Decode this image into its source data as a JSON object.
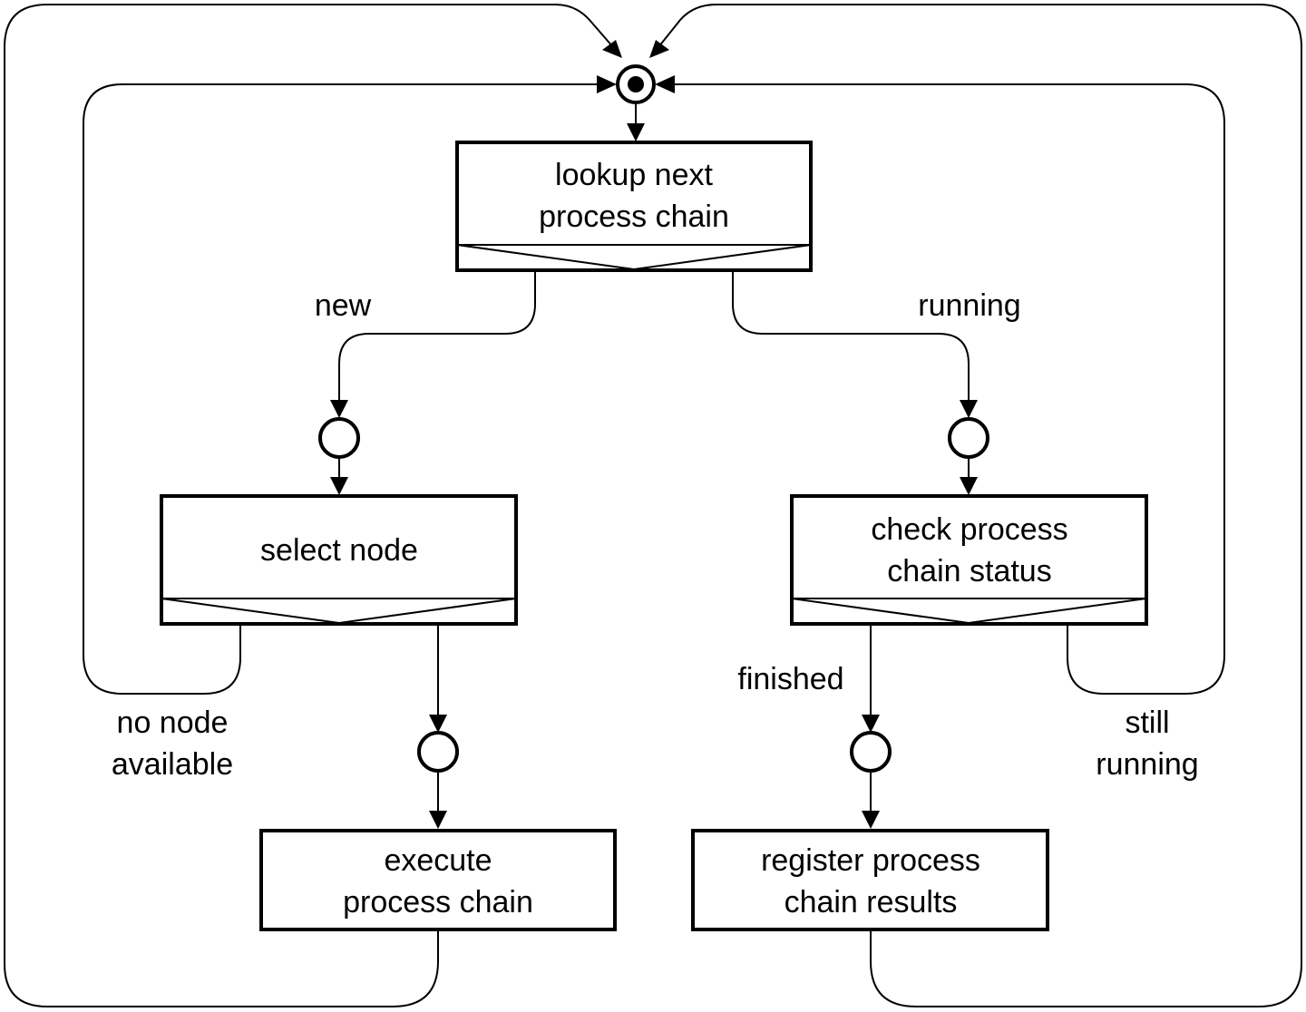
{
  "boxes": {
    "lookup": {
      "lines": [
        "lookup next",
        "process chain"
      ]
    },
    "select": {
      "lines": [
        "select node"
      ]
    },
    "check": {
      "lines": [
        "check process",
        "chain status"
      ]
    },
    "execute": {
      "lines": [
        "execute",
        "process chain"
      ]
    },
    "register": {
      "lines": [
        "register process",
        "chain results"
      ]
    }
  },
  "edge_labels": {
    "new": [
      "new"
    ],
    "running": [
      "running"
    ],
    "no_node": [
      "no node",
      "available"
    ],
    "finished": [
      "finished"
    ],
    "still_running": [
      "still",
      "running"
    ]
  }
}
